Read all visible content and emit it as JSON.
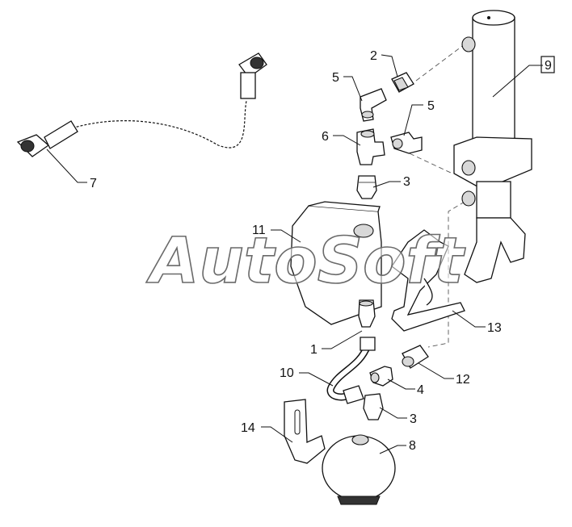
{
  "watermark": "AutoSoft",
  "callouts": [
    {
      "id": "c1",
      "label": "1"
    },
    {
      "id": "c2",
      "label": "2"
    },
    {
      "id": "c3a",
      "label": "3"
    },
    {
      "id": "c3b",
      "label": "3"
    },
    {
      "id": "c4",
      "label": "4"
    },
    {
      "id": "c5a",
      "label": "5"
    },
    {
      "id": "c5b",
      "label": "5"
    },
    {
      "id": "c6",
      "label": "6"
    },
    {
      "id": "c7",
      "label": "7"
    },
    {
      "id": "c8",
      "label": "8"
    },
    {
      "id": "c9",
      "label": "9"
    },
    {
      "id": "c10",
      "label": "10"
    },
    {
      "id": "c11",
      "label": "11"
    },
    {
      "id": "c12",
      "label": "12"
    },
    {
      "id": "c13",
      "label": "13"
    },
    {
      "id": "c14",
      "label": "14"
    }
  ]
}
